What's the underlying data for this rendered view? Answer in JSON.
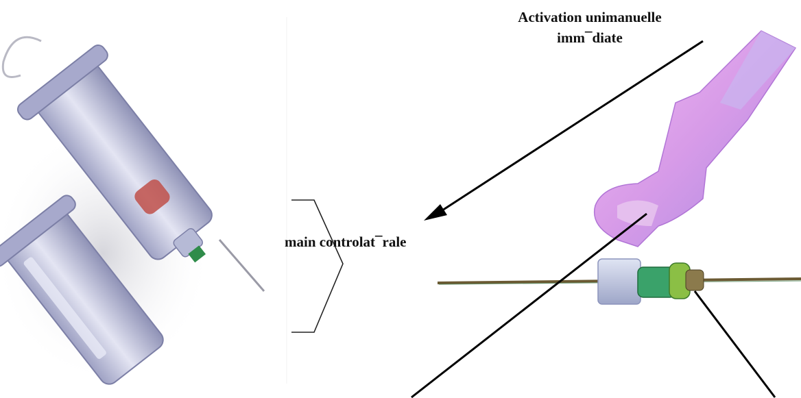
{
  "labels": {
    "activation_line1": "Activation unimanuelle",
    "activation_line2": "imm¯diate",
    "controlateral": "main controlat¯rale"
  },
  "colors": {
    "background": "#ffffff",
    "arrow": "#000000",
    "tube_body": "#c9cbe0",
    "tube_shade": "#8e90b4",
    "shield_pink": "#e7a6ec",
    "shield_violet": "#b48ee6",
    "needle": "#6b5a33",
    "hub_green": "#3fa35a"
  },
  "icons": {
    "left_device": "blood-collection-tube-holder-icon",
    "right_device": "safety-needle-icon"
  }
}
